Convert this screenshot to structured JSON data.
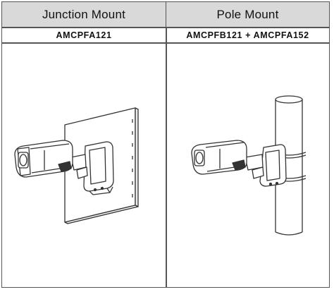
{
  "table": {
    "columns": [
      {
        "header": "Junction Mount",
        "model": "AMCPFA121",
        "illustration": "camera-junction-mount-illustration"
      },
      {
        "header": "Pole Mount",
        "model": "AMCPFB121 + AMCPFA152",
        "illustration": "camera-pole-mount-illustration"
      }
    ]
  }
}
